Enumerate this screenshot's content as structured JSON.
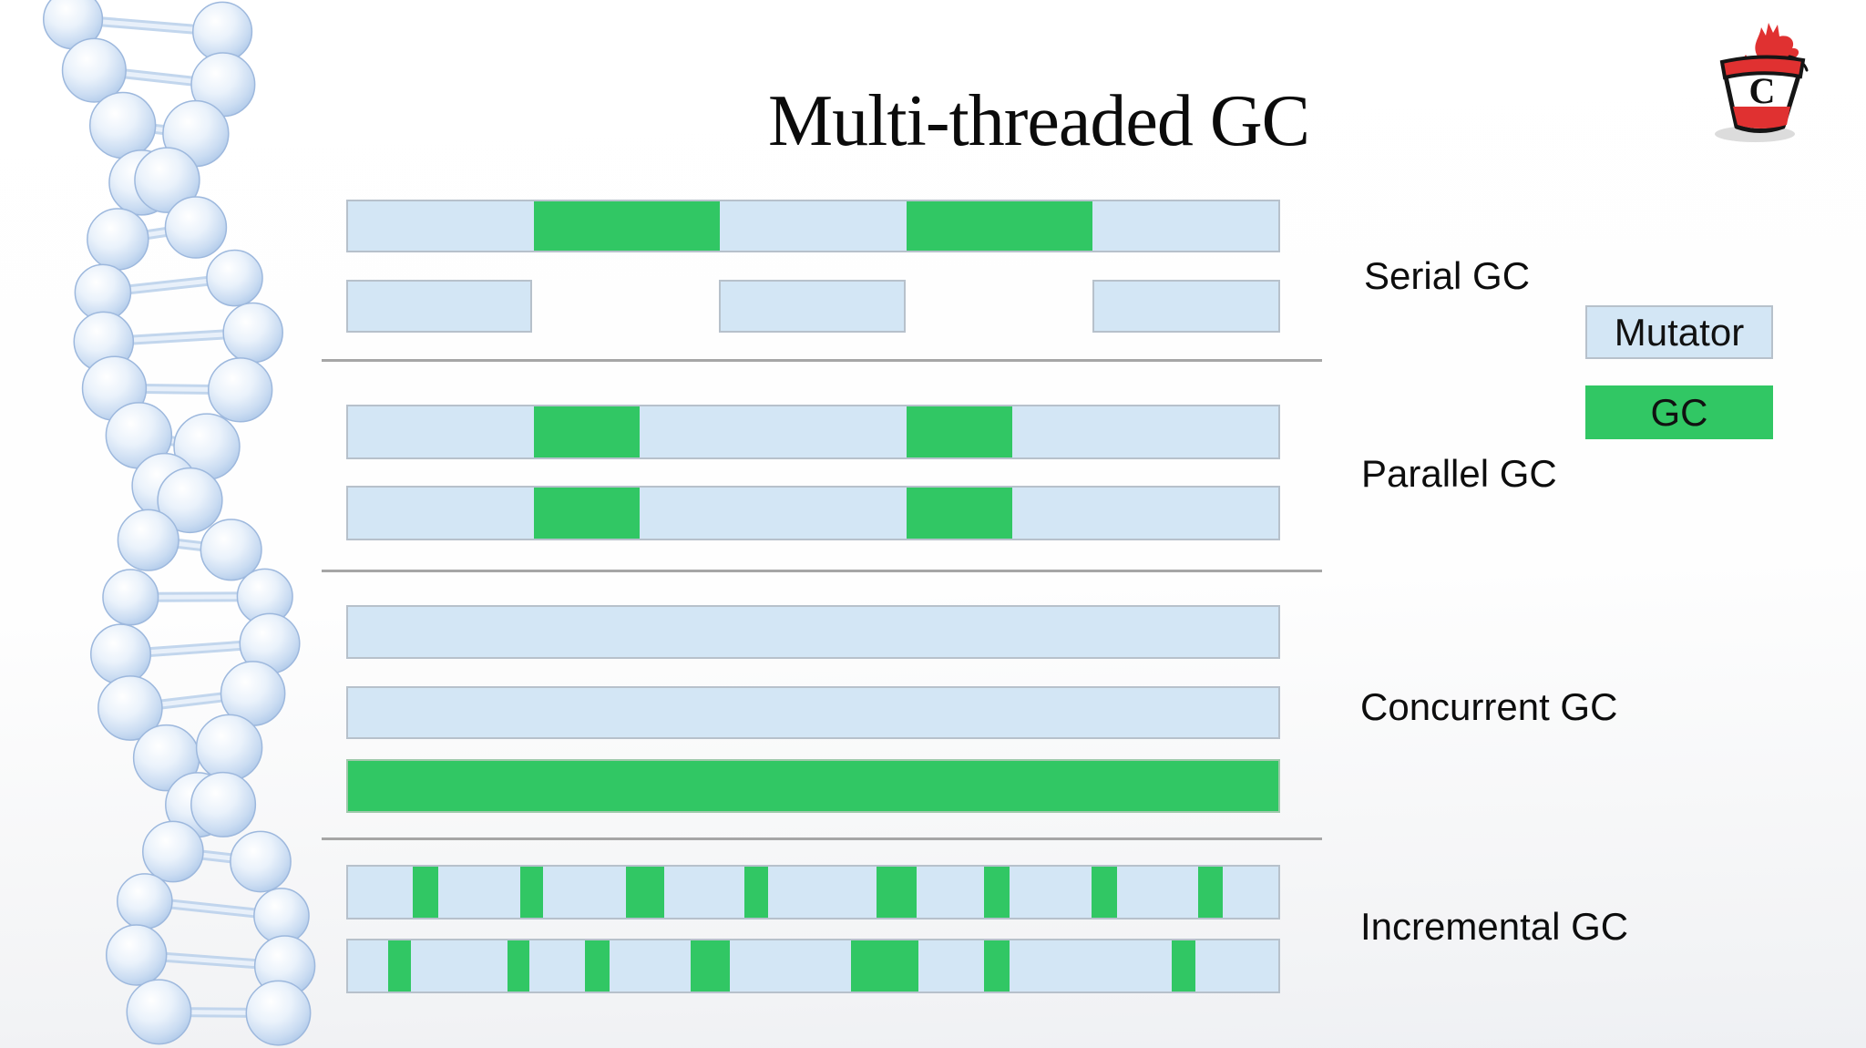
{
  "slide": {
    "title": "Multi-threaded GC"
  },
  "logo": {
    "letter": "C"
  },
  "colors": {
    "mutator": "#d3e6f5",
    "gc": "#31c764",
    "bar_border": "#b7c1cb",
    "divider": "#a6a6a6",
    "logo_red": "#e03131"
  },
  "legend": {
    "items": [
      {
        "label": "Mutator",
        "color": "#d3e6f5"
      },
      {
        "label": "GC",
        "color": "#31c764"
      }
    ]
  },
  "chart_data": {
    "type": "timeline-bars",
    "description": "Execution timelines comparing GC strategies; each row is a thread over time, x axis is time as fraction 0-1, blue = mutator running, green = GC running",
    "sections": [
      {
        "label": "Serial GC",
        "rows": [
          {
            "base": "mutator",
            "gc_intervals": [
              [
                0.2,
                0.4
              ],
              [
                0.6,
                0.8
              ]
            ]
          },
          {
            "base": "none",
            "mutator_intervals": [
              [
                0,
                0.199
              ],
              [
                0.399,
                0.599
              ],
              [
                0.799,
                1.0
              ]
            ]
          }
        ]
      },
      {
        "label": "Parallel GC",
        "rows": [
          {
            "base": "mutator",
            "gc_intervals": [
              [
                0.2,
                0.313
              ],
              [
                0.6,
                0.714
              ]
            ]
          },
          {
            "base": "mutator",
            "gc_intervals": [
              [
                0.2,
                0.313
              ],
              [
                0.6,
                0.714
              ]
            ]
          }
        ]
      },
      {
        "label": "Concurrent GC",
        "rows": [
          {
            "base": "mutator",
            "gc_intervals": []
          },
          {
            "base": "mutator",
            "gc_intervals": []
          },
          {
            "base": "gc",
            "gc_intervals": []
          }
        ]
      },
      {
        "label": "Incremental GC",
        "rows": [
          {
            "base": "mutator",
            "gc_intervals": [
              [
                0.07,
                0.097
              ],
              [
                0.185,
                0.21
              ],
              [
                0.299,
                0.34
              ],
              [
                0.426,
                0.452
              ],
              [
                0.568,
                0.611
              ],
              [
                0.684,
                0.711
              ],
              [
                0.799,
                0.827
              ],
              [
                0.914,
                0.94
              ]
            ]
          },
          {
            "base": "mutator",
            "gc_intervals": [
              [
                0.043,
                0.068
              ],
              [
                0.171,
                0.195
              ],
              [
                0.255,
                0.281
              ],
              [
                0.368,
                0.41
              ],
              [
                0.541,
                0.613
              ],
              [
                0.684,
                0.711
              ],
              [
                0.885,
                0.911
              ]
            ]
          }
        ]
      }
    ]
  }
}
